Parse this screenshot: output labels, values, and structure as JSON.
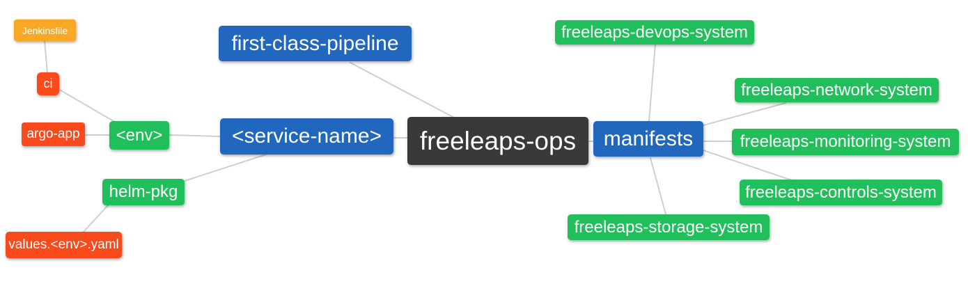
{
  "diagram": {
    "type": "mindmap",
    "root_label": "freeleaps-ops"
  },
  "colors": {
    "root_node": "#3b3838",
    "branch_blue": "#2167be",
    "leaf_green": "#21bf5b",
    "leaf_red": "#f84a1b",
    "leaf_orange": "#f9a825",
    "edge_gray": "#cfcfcf",
    "node_text": "#ffffff",
    "background": "#ffffff"
  },
  "nodes": {
    "root": {
      "label": "freeleaps-ops",
      "color": "#3b3838"
    },
    "first_class_pipeline": {
      "label": "first-class-pipeline",
      "color": "#2167be"
    },
    "service_name": {
      "label": "<service-name>",
      "color": "#2167be"
    },
    "manifests": {
      "label": "manifests",
      "color": "#2167be"
    },
    "env": {
      "label": "<env>",
      "color": "#21bf5b"
    },
    "helm_pkg": {
      "label": "helm-pkg",
      "color": "#21bf5b"
    },
    "jenkinsfile": {
      "label": "Jenkinsfile",
      "color": "#f9a825"
    },
    "ci": {
      "label": "ci",
      "color": "#f84a1b"
    },
    "argo_app": {
      "label": "argo-app",
      "color": "#f84a1b"
    },
    "values_env_yaml": {
      "label": "values.<env>.yaml",
      "color": "#f84a1b"
    },
    "devops_system": {
      "label": "freeleaps-devops-system",
      "color": "#21bf5b"
    },
    "network_system": {
      "label": "freeleaps-network-system",
      "color": "#21bf5b"
    },
    "monitoring_system": {
      "label": "freeleaps-monitoring-system",
      "color": "#21bf5b"
    },
    "controls_system": {
      "label": "freeleaps-controls-system",
      "color": "#21bf5b"
    },
    "storage_system": {
      "label": "freeleaps-storage-system",
      "color": "#21bf5b"
    }
  },
  "edges": [
    {
      "from": "jenkinsfile",
      "to": "ci"
    },
    {
      "from": "ci",
      "to": "env"
    },
    {
      "from": "argo_app",
      "to": "env"
    },
    {
      "from": "env",
      "to": "service_name"
    },
    {
      "from": "helm_pkg",
      "to": "service_name"
    },
    {
      "from": "values_env_yaml",
      "to": "helm_pkg"
    },
    {
      "from": "first_class_pipeline",
      "to": "root"
    },
    {
      "from": "service_name",
      "to": "root"
    },
    {
      "from": "root",
      "to": "manifests"
    },
    {
      "from": "manifests",
      "to": "devops_system"
    },
    {
      "from": "manifests",
      "to": "network_system"
    },
    {
      "from": "manifests",
      "to": "monitoring_system"
    },
    {
      "from": "manifests",
      "to": "controls_system"
    },
    {
      "from": "manifests",
      "to": "storage_system"
    }
  ]
}
